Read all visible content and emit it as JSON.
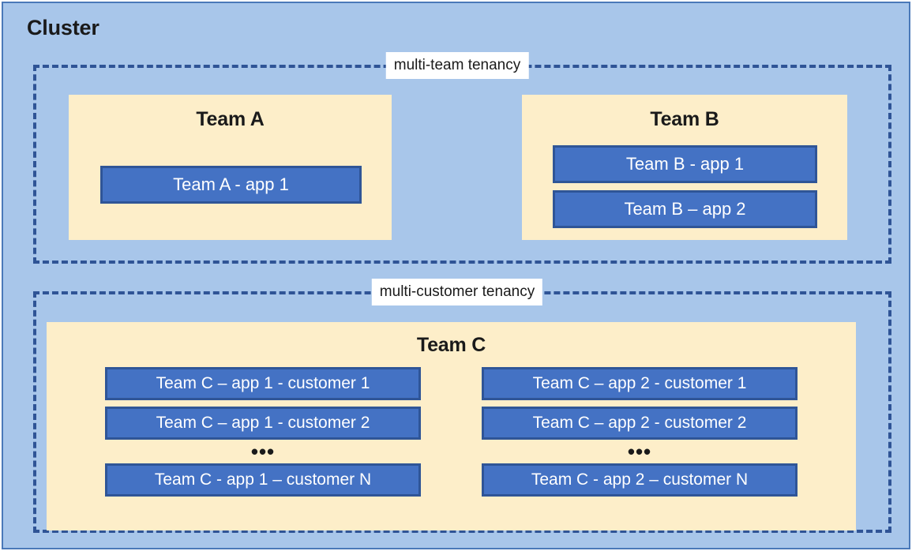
{
  "cluster": {
    "title": "Cluster",
    "background_color": "#a8c6ea",
    "border_color": "#4a79b8"
  },
  "colors": {
    "cluster_fill": "#a8c6ea",
    "cluster_border": "#4a79b8",
    "tenancy_dash": "#2f5496",
    "team_fill": "#fdeec9",
    "app_fill": "#4472c4",
    "app_border": "#2f5597",
    "app_text": "#ffffff",
    "label_bg": "#ffffff",
    "text": "#1a1a1a"
  },
  "tenancies": [
    {
      "id": "multi-team",
      "label": "multi-team tenancy",
      "teams": [
        {
          "id": "team-a",
          "title": "Team A",
          "apps": [
            {
              "label": "Team A - app 1"
            }
          ]
        },
        {
          "id": "team-b",
          "title": "Team B",
          "apps": [
            {
              "label": "Team B - app 1"
            },
            {
              "label": "Team B – app 2"
            }
          ]
        }
      ]
    },
    {
      "id": "multi-customer",
      "label": "multi-customer tenancy",
      "teams": [
        {
          "id": "team-c",
          "title": "Team C",
          "columns": [
            {
              "id": "app-1-column",
              "items": [
                {
                  "label": "Team C – app 1 - customer 1"
                },
                {
                  "label": "Team C – app 1 - customer 2"
                }
              ],
              "ellipsis": "•••",
              "last": {
                "label": "Team C - app 1 – customer N"
              }
            },
            {
              "id": "app-2-column",
              "items": [
                {
                  "label": "Team C – app 2 - customer 1"
                },
                {
                  "label": "Team C – app 2 - customer 2"
                }
              ],
              "ellipsis": "•••",
              "last": {
                "label": "Team C - app 2 – customer N"
              }
            }
          ]
        }
      ]
    }
  ]
}
